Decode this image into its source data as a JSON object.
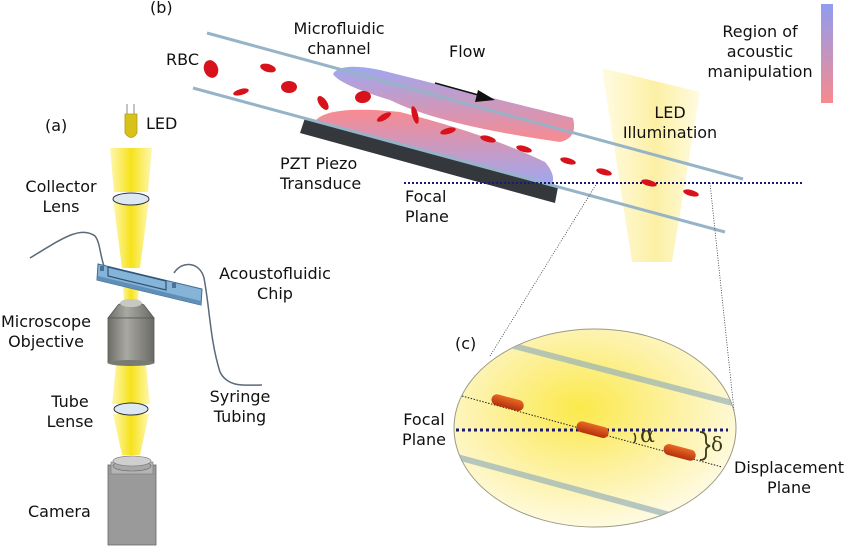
{
  "panels": {
    "a": {
      "tag": "(a)",
      "labels": {
        "led": "LED",
        "collector_lens": [
          "Collector",
          "Lens"
        ],
        "acoustofluidic_chip": [
          "Acoustofluidic",
          "Chip"
        ],
        "microscope_objective": [
          "Microscope",
          "Objective"
        ],
        "tube_lense": [
          "Tube",
          "Lense"
        ],
        "syringe_tubing": [
          "Syringe",
          "Tubing"
        ],
        "camera": "Camera"
      }
    },
    "b": {
      "tag": "(b)",
      "labels": {
        "rbc": "RBC",
        "microfluidic_channel": [
          "Microfluidic",
          "channel"
        ],
        "flow": "Flow",
        "pzt": [
          "PZT Piezo",
          "Transduce"
        ],
        "focal_plane": [
          "Focal",
          "Plane"
        ],
        "led_illumination": [
          "LED",
          "Illumination"
        ]
      },
      "legend": {
        "title": [
          "Region of",
          "acoustic",
          "manipulation"
        ],
        "gradient_top": "#8f9df0",
        "gradient_bottom": "#f78a8e"
      }
    },
    "c": {
      "tag": "(c)",
      "labels": {
        "focal_plane": [
          "Focal",
          "Plane"
        ],
        "displacement_plane": [
          "Displacement",
          "Plane"
        ],
        "alpha": "α",
        "delta": "δ"
      }
    }
  },
  "colors": {
    "rbc_red": "#d8121b",
    "channel_wall": "#97b3c8",
    "focal_plane_line": "#1a1a6e",
    "led_yellow": "#f7e53a",
    "pzt_dark": "#34383d",
    "chip_blue": "#86b4d8",
    "objective_gray": "#8a8a84",
    "camera_gray": "#9a9a9a"
  }
}
